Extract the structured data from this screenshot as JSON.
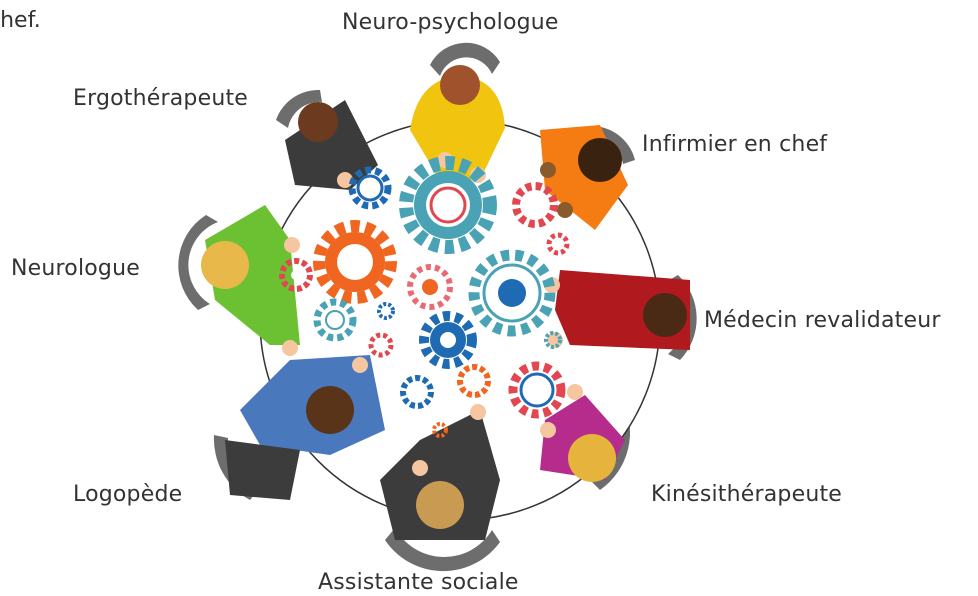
{
  "header_fragment": "chef.",
  "roles": {
    "neuro_psychologue": "Neuro-psychologue",
    "ergotherapeute": "Ergothérapeute",
    "infirmier_en_chef": "Infirmier en chef",
    "neurologue": "Neurologue",
    "medecin_revalidateur": "Médecin revalidateur",
    "logopede": "Logopède",
    "kinesitherapeute": "Kinésithérapeute",
    "assistante_sociale": "Assistante sociale"
  },
  "colors": {
    "table_outline": "#333333",
    "chair": "#6d6d6d",
    "neuro_psychologue": "#f1c40f",
    "ergotherapeute": "#3b3b3b",
    "infirmier_en_chef": "#f57c12",
    "neurologue": "#6cc133",
    "medecin_revalidateur": "#b0191e",
    "logopede": "#4a78bd",
    "kinesitherapeute": "#b52c8c",
    "assistante_sociale": "#3c3c3c",
    "gear_teal": "#4aa3b5",
    "gear_blue": "#1f6bb3",
    "gear_orange": "#f0651f",
    "gear_red": "#e24650"
  }
}
